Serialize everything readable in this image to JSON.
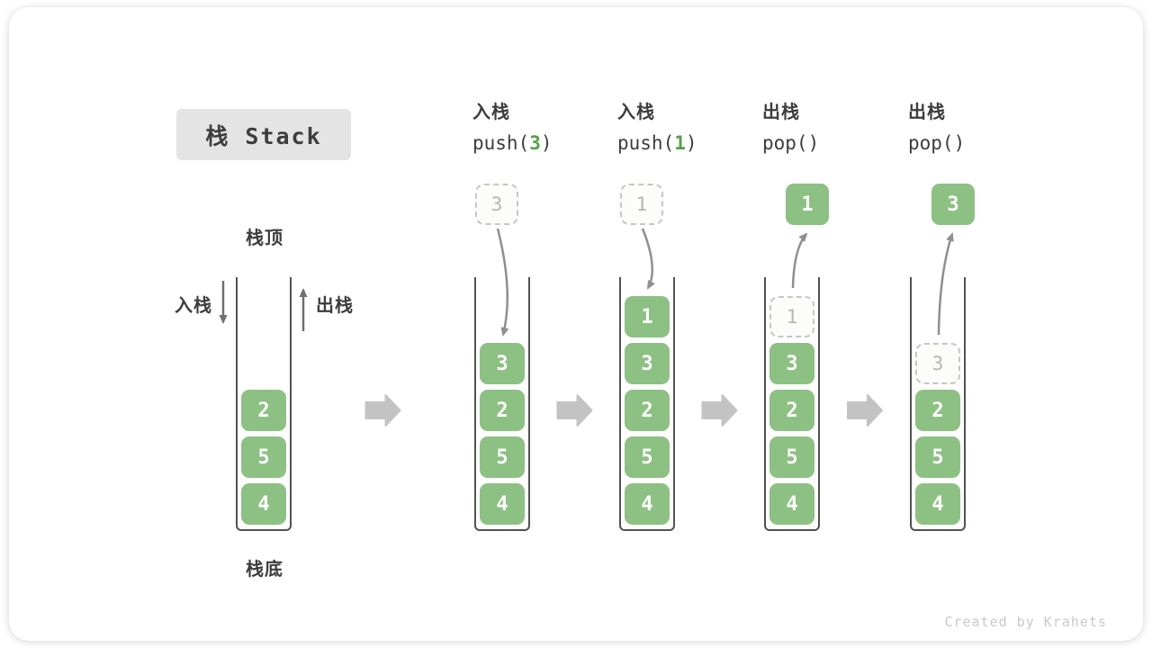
{
  "title": {
    "label": "栈 Stack"
  },
  "legend": {
    "top": "栈顶",
    "bottom": "栈底",
    "push": "入栈",
    "pop": "出栈"
  },
  "footer": {
    "credit": "Created by Krahets"
  },
  "colors": {
    "element_green": "#8dc083",
    "arg_green": "#56a04a",
    "flow_arrow_gray": "#8f8f8f",
    "legend_arrow_gray": "#6f6f6f",
    "container_wall": "#525252",
    "ghost_border": "#c6c6c6",
    "ghost_text": "#b5b5b5",
    "label_dark": "#3d3d3d",
    "title_bg": "#e4e4e4",
    "footer_gray": "#c9c9c9",
    "block_arrow_gray": "#c3c3c3"
  },
  "steps": [
    {
      "name": "initial-stack",
      "elements": [
        "2",
        "5",
        "4"
      ]
    },
    {
      "name": "push-3",
      "op": {
        "line1": "入栈",
        "pre": "push(",
        "arg": "3",
        "post": ")"
      },
      "incoming": "3",
      "elements": [
        "3",
        "2",
        "5",
        "4"
      ]
    },
    {
      "name": "push-1",
      "op": {
        "line1": "入栈",
        "pre": "push(",
        "arg": "1",
        "post": ")"
      },
      "incoming": "1",
      "elements": [
        "1",
        "3",
        "2",
        "5",
        "4"
      ]
    },
    {
      "name": "pop-1",
      "op": {
        "line1": "出栈",
        "pre": "pop()",
        "arg": "",
        "post": ""
      },
      "outgoing": "1",
      "ghost": "1",
      "elements": [
        "3",
        "2",
        "5",
        "4"
      ]
    },
    {
      "name": "pop-3",
      "op": {
        "line1": "出栈",
        "pre": "pop()",
        "arg": "",
        "post": ""
      },
      "outgoing": "3",
      "ghost": "3",
      "elements": [
        "2",
        "5",
        "4"
      ]
    }
  ]
}
